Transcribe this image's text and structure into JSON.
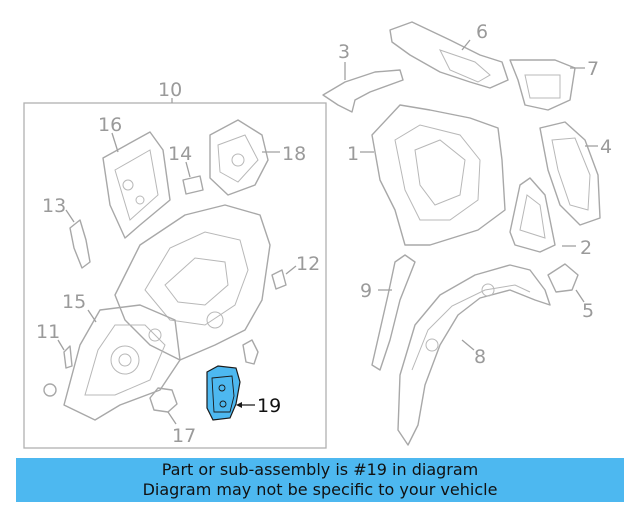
{
  "diagram": {
    "callouts": {
      "c1": "1",
      "c2": "2",
      "c3": "3",
      "c4": "4",
      "c5": "5",
      "c6": "6",
      "c7": "7",
      "c8": "8",
      "c9": "9",
      "c10": "10",
      "c11": "11",
      "c12": "12",
      "c13": "13",
      "c14": "14",
      "c15": "15",
      "c16": "16",
      "c17": "17",
      "c18": "18",
      "c19": "19"
    },
    "highlighted_part": "19",
    "highlight_color": "#4db8f0",
    "line_color": "#a8a8a8"
  },
  "caption": {
    "line1": "Part or sub-assembly is #19 in diagram",
    "line2": "Diagram may not be specific to your vehicle",
    "background": "#4db8f0"
  }
}
